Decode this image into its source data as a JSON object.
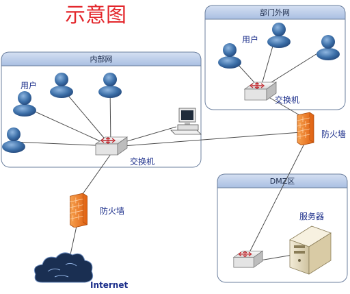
{
  "title": "示意图",
  "zones": {
    "internal": {
      "name": "内部网"
    },
    "external": {
      "name": "部门外网"
    },
    "dmz": {
      "name": "DMZ区"
    }
  },
  "labels": {
    "users_internal": "用户",
    "users_external": "用户",
    "switch_internal": "交换机",
    "switch_external": "交换机",
    "firewall_right": "防火墙",
    "firewall_bottom": "防火墙",
    "server": "服务器",
    "internet": "Internet"
  },
  "icons": {
    "user": "user-icon",
    "switch": "network-switch-icon",
    "firewall": "brick-firewall-icon",
    "server": "server-tower-icon",
    "cloud": "internet-cloud-icon",
    "computer": "desktop-computer-icon"
  },
  "colors": {
    "title": "#e3262b",
    "label": "#1a2d8a",
    "panel_header": "#b8c9e6",
    "firewall": "#f07a22",
    "user": "#3c6fa8",
    "cloud": "#1a2f52"
  }
}
